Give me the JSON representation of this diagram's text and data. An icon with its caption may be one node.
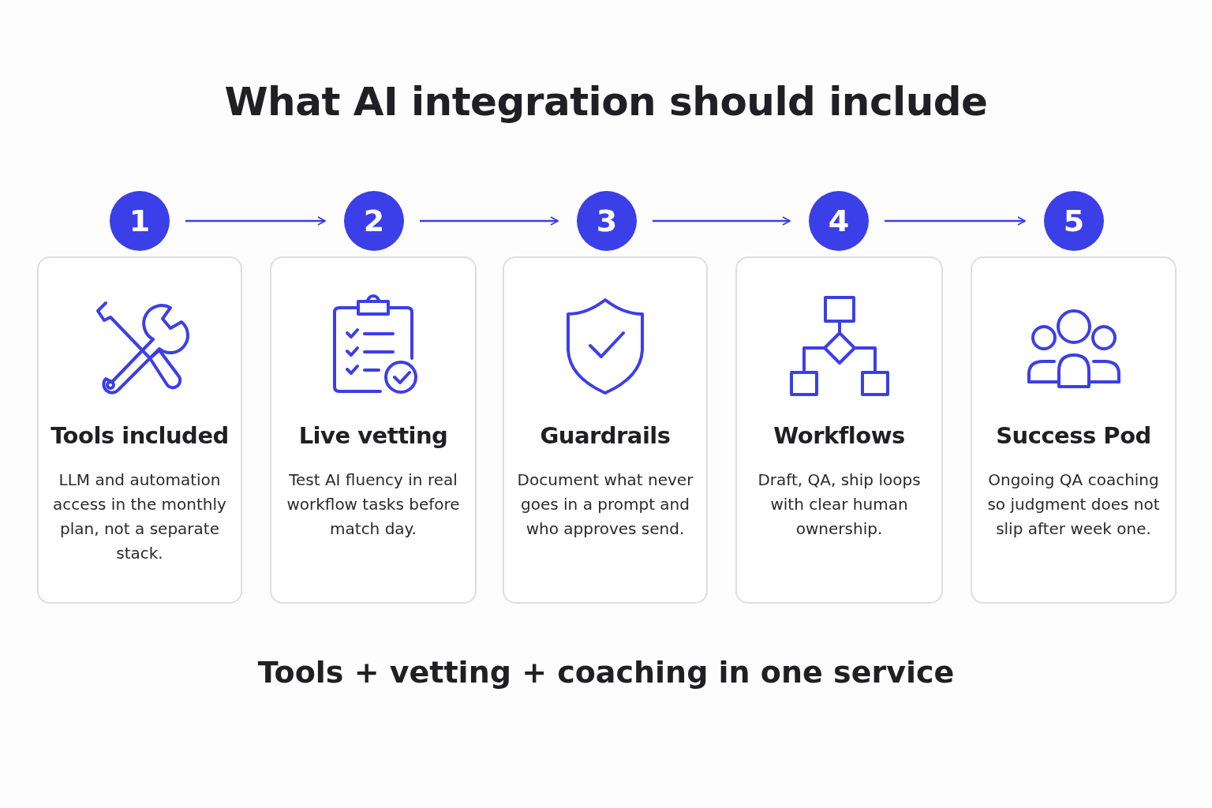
{
  "diagram": {
    "title": "What AI integration should include",
    "caption": "Tools + vetting + coaching in one service",
    "nodes": [
      {
        "text": [
          "1"
        ]
      },
      {
        "text": [
          "2"
        ]
      },
      {
        "text": [
          "3"
        ]
      },
      {
        "text": [
          "4"
        ]
      },
      {
        "text": [
          "5"
        ]
      },
      {
        "text": [
          "Tools included",
          "LLM and automation access in the monthly plan, not a separate stack."
        ]
      },
      {
        "text": [
          "Live vetting",
          "Test AI fluency in real workflow tasks before match day."
        ]
      },
      {
        "text": [
          "Guardrails",
          "Document what never goes in a prompt and who approves send."
        ]
      },
      {
        "text": [
          "Workflows",
          "Draft, QA, ship loops with clear human ownership."
        ]
      },
      {
        "text": [
          "Success Pod",
          "Ongoing QA coaching so judgment does not slip after week one."
        ]
      }
    ],
    "edges": [
      {
        "from": 0,
        "to": 1,
        "arrow": "to"
      },
      {
        "from": 1,
        "to": 2,
        "arrow": "to"
      },
      {
        "from": 2,
        "to": 3,
        "arrow": "to"
      },
      {
        "from": 3,
        "to": 4,
        "arrow": "to"
      }
    ]
  }
}
